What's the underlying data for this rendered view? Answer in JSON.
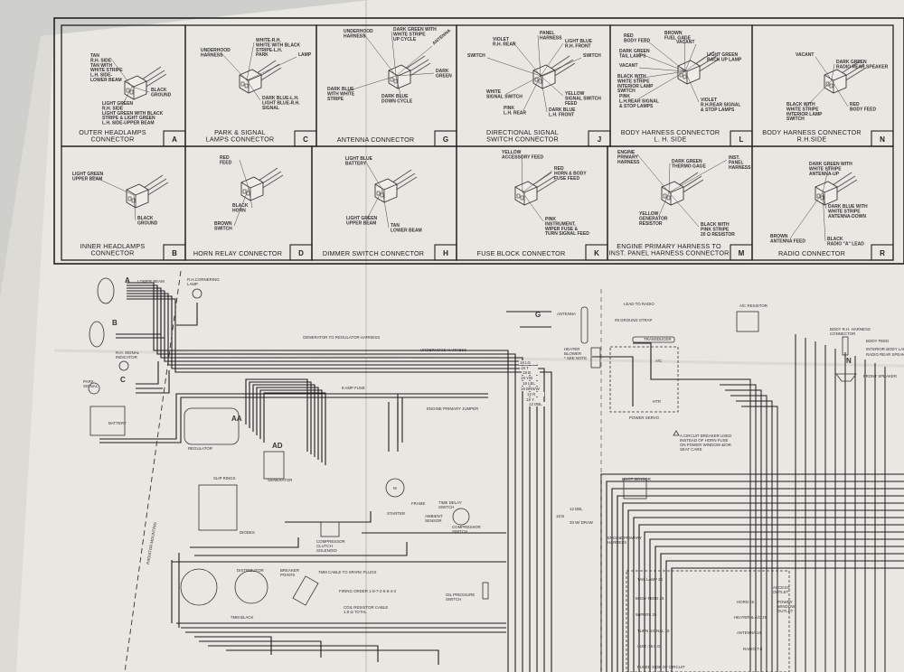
{
  "panels": [
    {
      "letter": "A",
      "title": [
        "OUTER HEADLAMPS",
        "CONNECTOR"
      ],
      "callouts": [
        [
          "TAN",
          "R.H. SIDE",
          "TAN WITH",
          "WHITE STRIPE",
          "L.H. SIDE-",
          "LOWER BEAM"
        ],
        [
          "BLACK",
          "GROUND"
        ],
        [
          "LIGHT GREEN",
          "R.H. SIDE",
          "LIGHT GREEN WITH BLACK",
          "STRIPE & LIGHT GREEN",
          "L.H. SIDE-UPPER BEAM"
        ]
      ]
    },
    {
      "letter": "C",
      "title": [
        "PARK & SIGNAL",
        "LAMPS CONNECTOR"
      ],
      "callouts": [
        [
          "UNDERHOOD",
          "HARNESS"
        ],
        [
          "WHITE-R.H.",
          "WHITE WITH BLACK",
          "STRIPE-L.H.",
          "PARK"
        ],
        [
          "LAMP"
        ],
        [
          "DARK BLUE-L.H.",
          "LIGHT BLUE-R.H.",
          "SIGNAL"
        ]
      ]
    },
    {
      "letter": "G",
      "title": [
        "ANTENNA CONNECTOR"
      ],
      "callouts": [
        [
          "UNDERHOOD",
          "HARNESS"
        ],
        [
          "DARK GREEN WITH",
          "WHITE STRIPE",
          "UP CYCLE"
        ],
        [
          "ANTENNA"
        ],
        [
          "DARK",
          "GREEN"
        ],
        [
          "DARK BLUE",
          "WITH WHITE",
          "STRIPE"
        ],
        [
          "DARK BLUE",
          "DOWN CYCLE"
        ]
      ]
    },
    {
      "letter": "J",
      "title": [
        "DIRECTIONAL SIGNAL",
        "SWITCH CONNECTOR"
      ],
      "callouts": [
        [
          "PANEL",
          "HARNESS"
        ],
        [
          "VIOLET",
          "R.H. REAR"
        ],
        [
          "LIGHT BLUE",
          "R.H. FRONT"
        ],
        [
          "SWITCH"
        ],
        [
          "SWITCH"
        ],
        [
          "WHITE",
          "SIGNAL SWITCH"
        ],
        [
          "YELLOW",
          "SIGNAL SWITCH",
          "FEED"
        ],
        [
          "PINK",
          "L.H. REAR"
        ],
        [
          "DARK BLUE",
          "L.H. FRONT"
        ]
      ]
    },
    {
      "letter": "L",
      "title": [
        "BODY HARNESS CONNECTOR",
        "L. H. SIDE"
      ],
      "callouts": [
        [
          "RED",
          "BODY FEED"
        ],
        [
          "BROWN",
          "FUEL GAGE"
        ],
        [
          "VACANT"
        ],
        [
          "DARK GREEN",
          "TAIL LAMPS"
        ],
        [
          "LIGHT GREEN",
          "BACK UP LAMP"
        ],
        [
          "VACANT"
        ],
        [
          "BLACK WITH",
          "WHITE STRIPE",
          "INTERIOR LAMP",
          "SWITCH"
        ],
        [
          "PINK",
          "L.H.REAR SIGNAL",
          "& STOP LAMPS"
        ],
        [
          "VIOLET",
          "R.H.REAR SIGNAL",
          "& STOP LAMPS"
        ]
      ]
    },
    {
      "letter": "N",
      "title": [
        "BODY HARNESS CONNECTOR",
        "R.H.SIDE"
      ],
      "callouts": [
        [
          "VACANT"
        ],
        [
          "DARK GREEN",
          "RADIO REAR SPEAKER"
        ],
        [
          "BLACK WITH",
          "WHITE STRIPE",
          "INTERIOR LAMP",
          "SWITCH"
        ],
        [
          "RED",
          "BODY FEED"
        ]
      ]
    },
    {
      "letter": "B",
      "title": [
        "INNER HEADLAMPS",
        "CONNECTOR"
      ],
      "callouts": [
        [
          "LIGHT GREEN",
          "UPPER BEAM"
        ],
        [
          "BLACK",
          "GROUND"
        ]
      ]
    },
    {
      "letter": "D",
      "title": [
        "HORN RELAY CONNECTOR"
      ],
      "callouts": [
        [
          "RED",
          "FEED"
        ],
        [
          "BLACK",
          "HORN"
        ],
        [
          "BROWN",
          "SWITCH"
        ]
      ]
    },
    {
      "letter": "H",
      "title": [
        "DIMMER SWITCH CONNECTOR"
      ],
      "callouts": [
        [
          "LIGHT BLUE",
          "BATTERY"
        ],
        [
          "LIGHT GREEN",
          "UPPER BEAM"
        ],
        [
          "TAN",
          "LOWER BEAM"
        ]
      ]
    },
    {
      "letter": "K",
      "title": [
        "FUSE BLOCK CONNECTOR"
      ],
      "callouts": [
        [
          "YELLOW",
          "ACCESSORY FEED"
        ],
        [
          "RED",
          "HORN & BODY",
          "FUSE FEED"
        ],
        [
          "PINK",
          "INSTRUMENT,",
          "WIPER FUSE &",
          "TURN SIGNAL FEED"
        ]
      ]
    },
    {
      "letter": "M",
      "title": [
        "ENGINE PRIMARY HARNESS TO",
        "INST. PANEL HARNESS CONNECTOR"
      ],
      "callouts": [
        [
          "ENGINE",
          "PRIMARY",
          "HARNESS"
        ],
        [
          "DARK GREEN",
          "THERMO GAGE"
        ],
        [
          "INST.",
          "PANEL",
          "HARNESS"
        ],
        [
          "YELLOW",
          "GENERATOR",
          "RESISTOR"
        ],
        [
          "BLACK WITH",
          "PINK STRIPE",
          "20 Ω RESISTOR"
        ]
      ]
    },
    {
      "letter": "R",
      "title": [
        "RADIO CONNECTOR"
      ],
      "callouts": [
        [
          "DARK GREEN WITH",
          "WHITE STRIPE",
          "ANTENNA-UP"
        ],
        [
          "DARK BLUE WITH",
          "WHITE STRIPE",
          "ANTENNA-DOWN"
        ],
        [
          "BROWN",
          "ANTENNA FEED"
        ],
        [
          "BLACK",
          "RADIO \"A\" LEAD"
        ]
      ]
    }
  ],
  "diagram": {
    "labels": {
      "lower_beam": [
        "LOWER BEAM"
      ],
      "cornering_lamp": [
        "R.H.CORNERING",
        "LAMP"
      ],
      "conn_a": [
        "A"
      ],
      "conn_b": [
        "B"
      ],
      "conn_c": [
        "C"
      ],
      "signal_indicator": [
        "R.H. SIGNAL",
        "INDICATOR"
      ],
      "park_signal": [
        "PARK",
        "SIGNAL"
      ],
      "battery": [
        "BATTERY"
      ],
      "regulator": [
        "REGULATOR"
      ],
      "conn_aa": [
        "AA"
      ],
      "conn_ad": [
        "AD"
      ],
      "gen_reg_harness": [
        "GENERATOR TO REGULATOR HARNESS"
      ],
      "underhood_harness": [
        "UNDERHOOD HARNESS"
      ],
      "fuse_8amp": [
        "8 AMP FUSE"
      ],
      "engine_jumper": [
        "ENGINE PRIMARY JUMPER"
      ],
      "generator": [
        "GENERATOR"
      ],
      "slip_rings": [
        "SLIP RINGS"
      ],
      "diodes": [
        "DIODES"
      ],
      "starter": [
        "STARTER"
      ],
      "frame": [
        "FRAME"
      ],
      "motor_m": [
        "M"
      ],
      "clutch_solenoid": [
        "COMPRESSOR",
        "CLUTCH",
        "SOLENOID"
      ],
      "distributor": [
        "DISTRIBUTOR"
      ],
      "breaker_points": [
        "BREAKER",
        "POINTS"
      ],
      "spark_cable": [
        "7MM CABLE TO SPARK PLUGS"
      ],
      "firing_order": [
        "FIRING ORDER 1-8-7-2-6-5-4-3"
      ],
      "coil_resistor": [
        "COIL RESISTOR CABLE",
        "1.8 Ω TOTAL"
      ],
      "black_7mm": [
        "7MM BLACK"
      ],
      "time_delay": [
        "TIME DELAY",
        "SWITCH"
      ],
      "ambient_sensor": [
        "AMBIENT",
        "SENSOR"
      ],
      "compressor_switch": [
        "COMPRESSOR",
        "SWITCH"
      ],
      "oil_pressure": [
        "OIL PRESSURE",
        "SWITCH"
      ],
      "radiator_mounting": [
        "RADIATOR MOUNTING"
      ],
      "antenna": [
        "ANTENNA"
      ],
      "conn_g": [
        "G"
      ],
      "lead_to_radio": [
        "LEAD TO RADIO"
      ],
      "ground_strap": [
        "#8 GROUND STRAP"
      ],
      "heater_blower": [
        "HEATER",
        "BLOWER",
        "* SEE NOTE"
      ],
      "transducer": [
        "TRANSDUCER"
      ],
      "power_servo": [
        "POWER SERVO"
      ],
      "servo_ac": [
        "A/C"
      ],
      "servo_htr": [
        "HTR"
      ],
      "ac_resistor": [
        "A/C RESISTOR"
      ],
      "body_rh_harness": [
        "BODY R.H. HARNESS",
        "CONNECTOR"
      ],
      "body_feed": [
        "BODY FEED"
      ],
      "interior_lamp": [
        "INTERIOR BODY LAMP"
      ],
      "radio_rear": [
        "RADIO REAR SPEAKER"
      ],
      "conn_n": [
        "N"
      ],
      "front_speaker": [
        "FRONT SPEAKER"
      ],
      "note": [
        "A CIRCUIT BREAKER USED",
        "INSTEAD OF HORN FUSE",
        "ON POWER WINDOW &/OR",
        "SEAT CARS"
      ],
      "duct_sensor": [
        "DUCT SENSOR"
      ],
      "engine_primary_harness": [
        "ENGINE PRIMARY",
        "HARNESS"
      ],
      "fuse_tail": [
        "TAIL LAMP 25"
      ],
      "fuse_body": [
        "BODY FEED 25"
      ],
      "fuse_wipers": [
        "WIPERS 25"
      ],
      "fuse_turn": [
        "TURN SIGNAL 15"
      ],
      "fuse_inst": [
        "INST.-15 L.G."
      ],
      "fused_side": [
        "FUSED SIDE OF CIRCUIT"
      ],
      "access_outlet": [
        "ACCESS.",
        "OUTLET"
      ],
      "power_window_outlet": [
        "POWER",
        "WINDOW",
        "OUTLET"
      ],
      "fuse_horn": [
        "HORN 25"
      ],
      "fuse_heater": [
        "HEATER & A/C 25"
      ],
      "fuse_antenna": [
        "ANTENNA 14"
      ],
      "fuse_radio": [
        "RADIO 7.5"
      ]
    },
    "wire_labels": [
      "18 LG",
      "18 T",
      "18 B",
      "18 Y/B",
      "16 LBL",
      "16 BRN/W",
      "12 R",
      "18 Y",
      "12 DBL",
      "20 W/ DRAW",
      "12 DBL",
      "18 B"
    ]
  }
}
